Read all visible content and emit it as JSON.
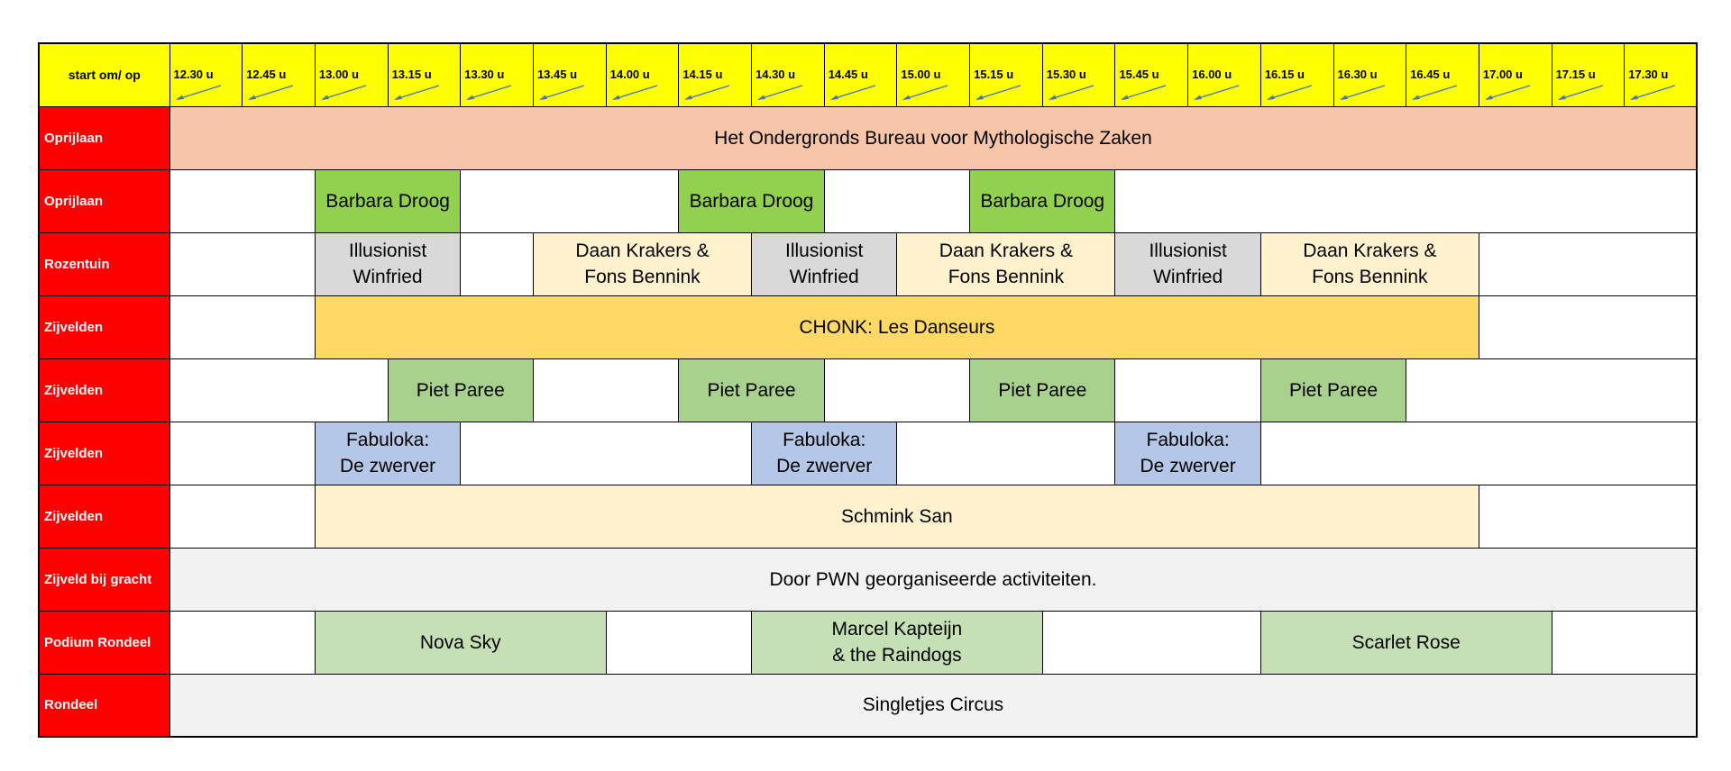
{
  "corner_label": "start om/ op",
  "times": [
    "12.30 u",
    "12.45 u",
    "13.00 u",
    "13.15 u",
    "13.30 u",
    "13.45 u",
    "14.00 u",
    "14.15 u",
    "14.30 u",
    "14.45 u",
    "15.00 u",
    "15.15 u",
    "15.30 u",
    "15.45  u",
    "16.00 u",
    "16.15 u",
    "16.30 u",
    "16.45 u",
    "17.00 u",
    "17.15 u",
    "17.30 u"
  ],
  "colors": {
    "header": "#ffff00",
    "location": "#ff0000",
    "salmon": "#f7c6a9",
    "green": "#92d050",
    "grey": "#d9d9d9",
    "cream": "#fff2cc",
    "gold": "#ffd966",
    "sage": "#a9d18e",
    "blue": "#b4c7e7",
    "lightgrey": "#f2f2f2",
    "lightgreen": "#c5e0b4",
    "arrow": "#4472c4"
  },
  "rows": [
    {
      "location": "Oprijlaan",
      "events": [
        {
          "span": 21,
          "text": "Het Ondergronds Bureau voor Mythologische Zaken",
          "color": "#f7c6a9"
        }
      ]
    },
    {
      "location": "Oprijlaan",
      "events": [
        {
          "span": 2
        },
        {
          "span": 2,
          "text": "Barbara Droog",
          "color": "#92d050"
        },
        {
          "span": 3
        },
        {
          "span": 2,
          "text": "Barbara Droog",
          "color": "#92d050"
        },
        {
          "span": 2
        },
        {
          "span": 2,
          "text": "Barbara Droog",
          "color": "#92d050"
        },
        {
          "span": 8
        }
      ]
    },
    {
      "location": "Rozentuin",
      "events": [
        {
          "span": 2
        },
        {
          "span": 2,
          "text": "Illusionist\nWinfried",
          "color": "#d9d9d9"
        },
        {
          "span": 1
        },
        {
          "span": 3,
          "text": "Daan Krakers &\nFons Bennink",
          "color": "#fff2cc"
        },
        {
          "span": 2,
          "text": "Illusionist\nWinfried",
          "color": "#d9d9d9"
        },
        {
          "span": 3,
          "text": "Daan Krakers &\nFons Bennink",
          "color": "#fff2cc"
        },
        {
          "span": 2,
          "text": "Illusionist\nWinfried",
          "color": "#d9d9d9"
        },
        {
          "span": 3,
          "text": "Daan Krakers &\nFons Bennink",
          "color": "#fff2cc"
        },
        {
          "span": 3
        }
      ]
    },
    {
      "location": "Zijvelden",
      "events": [
        {
          "span": 2
        },
        {
          "span": 16,
          "text": "CHONK: Les Danseurs",
          "color": "#ffd966"
        },
        {
          "span": 3
        }
      ]
    },
    {
      "location": "Zijvelden",
      "events": [
        {
          "span": 3
        },
        {
          "span": 2,
          "text": "Piet Paree",
          "color": "#a9d18e"
        },
        {
          "span": 2
        },
        {
          "span": 2,
          "text": "Piet Paree",
          "color": "#a9d18e"
        },
        {
          "span": 2
        },
        {
          "span": 2,
          "text": "Piet Paree",
          "color": "#a9d18e"
        },
        {
          "span": 2
        },
        {
          "span": 2,
          "text": "Piet Paree",
          "color": "#a9d18e"
        },
        {
          "span": 4
        }
      ]
    },
    {
      "location": "Zijvelden",
      "events": [
        {
          "span": 2
        },
        {
          "span": 2,
          "text": "Fabuloka:\nDe zwerver",
          "color": "#b4c7e7"
        },
        {
          "span": 4
        },
        {
          "span": 2,
          "text": "Fabuloka:\nDe zwerver",
          "color": "#b4c7e7"
        },
        {
          "span": 3
        },
        {
          "span": 2,
          "text": "Fabuloka:\nDe zwerver",
          "color": "#b4c7e7"
        },
        {
          "span": 6
        }
      ]
    },
    {
      "location": "Zijvelden",
      "events": [
        {
          "span": 2
        },
        {
          "span": 16,
          "text": "Schmink San",
          "color": "#fff2cc"
        },
        {
          "span": 3
        }
      ]
    },
    {
      "location": "Zijveld bij gracht",
      "events": [
        {
          "span": 21,
          "text": "Door PWN georganiseerde activiteiten.",
          "color": "#f2f2f2"
        }
      ]
    },
    {
      "location": "Podium Rondeel",
      "events": [
        {
          "span": 2
        },
        {
          "span": 4,
          "text": "Nova Sky",
          "color": "#c5e0b4"
        },
        {
          "span": 2
        },
        {
          "span": 4,
          "text": "Marcel Kapteijn\n& the Raindogs",
          "color": "#c5e0b4"
        },
        {
          "span": 3
        },
        {
          "span": 4,
          "text": "Scarlet Rose",
          "color": "#c5e0b4"
        },
        {
          "span": 2
        }
      ]
    },
    {
      "location": "Rondeel",
      "events": [
        {
          "span": 21,
          "text": "Singletjes Circus",
          "color": "#f2f2f2"
        }
      ]
    }
  ]
}
